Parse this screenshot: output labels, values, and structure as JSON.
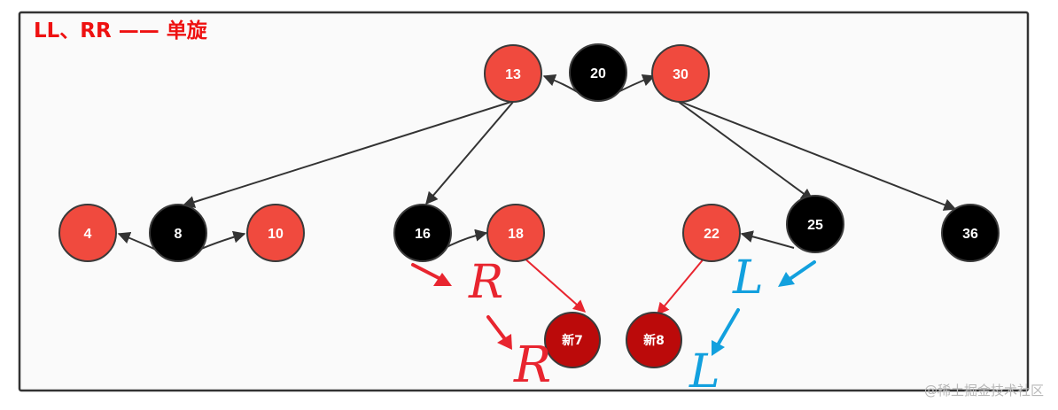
{
  "title": "LL、RR —— 单旋",
  "colors": {
    "title": "#ee1111",
    "red_node": "#f04a3e",
    "black_node": "#000000",
    "new_node": "#bb0a0a",
    "node_outline": "#3a3a3a",
    "edge": "#333333",
    "red_mark": "#e8252f",
    "blue_mark": "#12a0de"
  },
  "nodes": {
    "n20": {
      "label": "20",
      "color": "black"
    },
    "n13": {
      "label": "13",
      "color": "red"
    },
    "n30": {
      "label": "30",
      "color": "red"
    },
    "n8": {
      "label": "8",
      "color": "black"
    },
    "n4": {
      "label": "4",
      "color": "red"
    },
    "n10": {
      "label": "10",
      "color": "red"
    },
    "n16": {
      "label": "16",
      "color": "black"
    },
    "n18": {
      "label": "18",
      "color": "red"
    },
    "n22": {
      "label": "22",
      "color": "red"
    },
    "n25": {
      "label": "25",
      "color": "black"
    },
    "n36": {
      "label": "36",
      "color": "black"
    },
    "nnew7": {
      "label": "新7",
      "color": "new"
    },
    "nnew8": {
      "label": "新8",
      "color": "new"
    }
  },
  "annotations": {
    "r_upper": "R",
    "r_lower": "R",
    "l_upper": "L",
    "l_lower": "L"
  },
  "watermark": "@稀土掘金技术社区"
}
